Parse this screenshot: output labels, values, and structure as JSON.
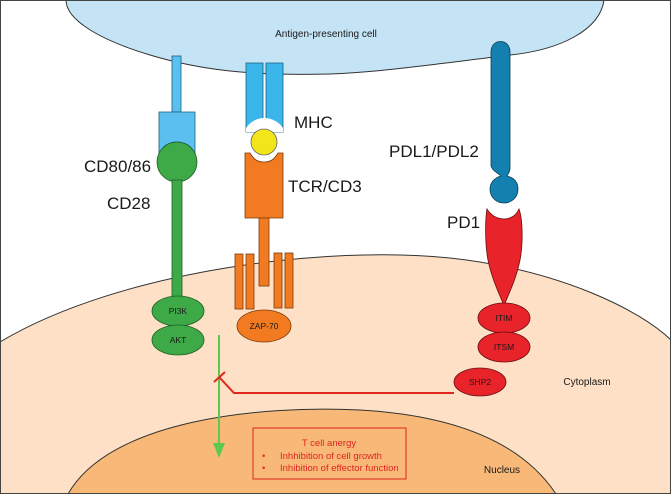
{
  "diagram": {
    "regions": {
      "apc": "Antigen-presenting cell",
      "cytoplasm": "Cytoplasm",
      "nucleus": "Nucleus"
    },
    "receptors": {
      "cd80_86": "CD80/86",
      "cd28": "CD28",
      "mhc": "MHC",
      "tcr_cd3": "TCR/CD3",
      "pdl": "PDL1/PDL2",
      "pd1": "PD1"
    },
    "signaling": {
      "pi3k": "PI3K",
      "akt": "AKT",
      "zap70": "ZAP-70",
      "itim": "ITIM",
      "itsm": "ITSM",
      "shp2": "SHP2"
    },
    "outcome": {
      "title": "T cell anergy",
      "bullets": [
        "Inhhibition of cell growth",
        "Inhibition of effector function"
      ],
      "bullet_glyph": "•"
    },
    "colors": {
      "apc_fill": "#c4e4f5",
      "cytoplasm_fill": "#fde0c5",
      "nucleus_fill": "#f8b878",
      "light_blue": "#5bc0ef",
      "dark_blue": "#1480b0",
      "green": "#3daa47",
      "orange": "#f27b22",
      "yellow": "#f2e61a",
      "red": "#e8232a",
      "arrow_green": "#5cc84c"
    }
  }
}
